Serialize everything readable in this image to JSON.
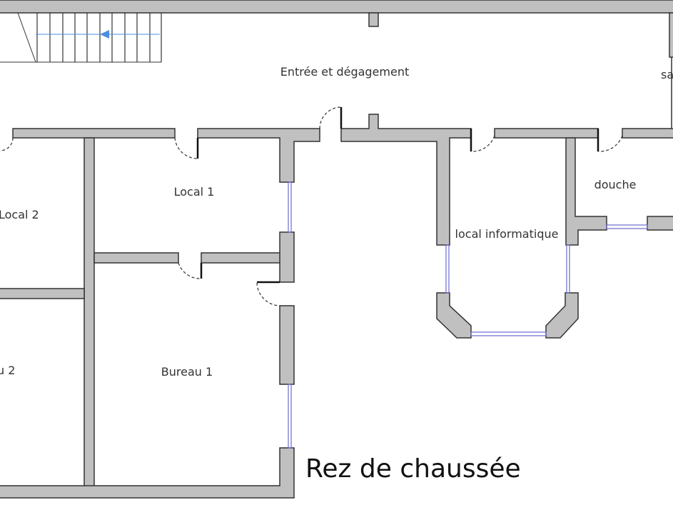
{
  "plan": {
    "title": "Rez de chaussée",
    "rooms": {
      "entree": "Entrée et dégagement",
      "salle_partial": "sa",
      "local1": "Local 1",
      "local2": "Local 2",
      "bureau2_partial": "u 2",
      "bureau1": "Bureau 1",
      "douche": "douche",
      "local_informatique": "local informatique"
    },
    "colors": {
      "wall": "#c0c0c0",
      "window": "#6a6ad0",
      "stair_arrow": "#4a8ee0"
    }
  }
}
